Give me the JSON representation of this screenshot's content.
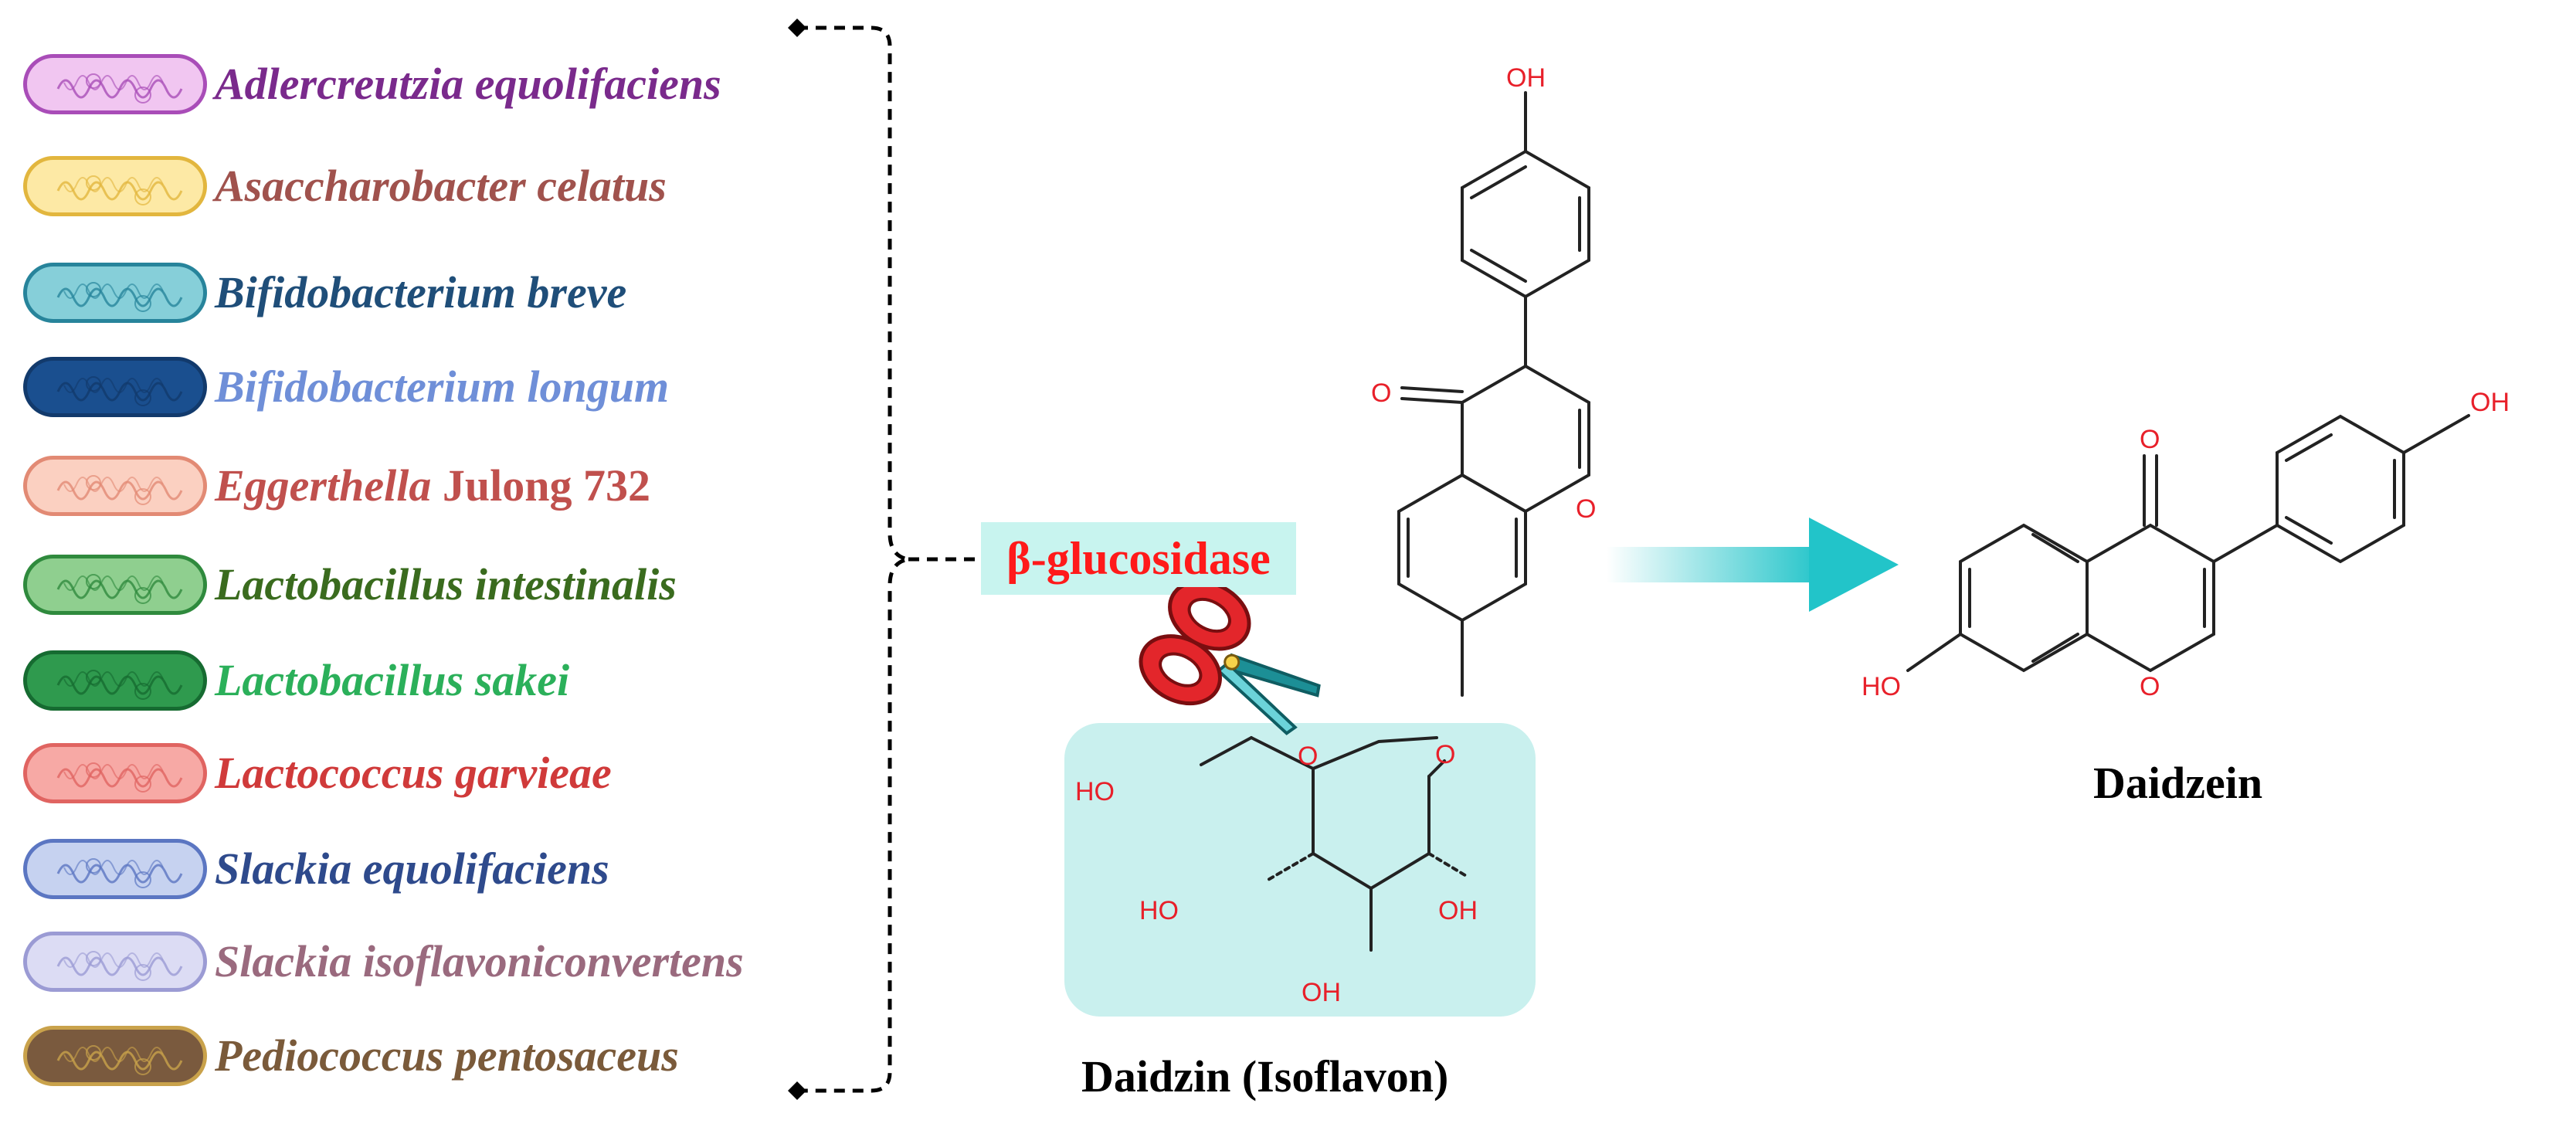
{
  "bacteria": [
    {
      "name": "Adlercreutzia equolifaciens",
      "suffix": "",
      "text_color": "#7a2a8c",
      "fill": "#f1c6f1",
      "border": "#a94db8"
    },
    {
      "name": "Asaccharobacter celatus",
      "suffix": "",
      "text_color": "#a0524d",
      "fill": "#fde9a5",
      "border": "#e2b63e"
    },
    {
      "name": "Bifidobacterium breve",
      "suffix": "",
      "text_color": "#1f4e79",
      "fill": "#86cfd9",
      "border": "#27849b"
    },
    {
      "name": "Bifidobacterium longum",
      "suffix": "",
      "text_color": "#6f8fd8",
      "fill": "#1a4f8f",
      "border": "#123a6c"
    },
    {
      "name": "Eggerthella",
      "suffix": "Julong 732",
      "text_color": "#c0504d",
      "fill": "#fbd0c1",
      "border": "#e28a74"
    },
    {
      "name": "Lactobacillus intestinalis",
      "suffix": "",
      "text_color": "#3a6b1e",
      "fill": "#8fcf8f",
      "border": "#2f8a3d"
    },
    {
      "name": "Lactobacillus sakei",
      "suffix": "",
      "text_color": "#2bb05a",
      "fill": "#2f9a4e",
      "border": "#166b31"
    },
    {
      "name": "Lactococcus garvieae",
      "suffix": "",
      "text_color": "#d03a3a",
      "fill": "#f7a9a5",
      "border": "#e06461"
    },
    {
      "name": "Slackia equolifaciens",
      "suffix": "",
      "text_color": "#2e4a8c",
      "fill": "#c6d2f0",
      "border": "#5b76c2"
    },
    {
      "name": "Slackia isoflavoniconvertens",
      "suffix": "",
      "text_color": "#9a6a7e",
      "fill": "#dcdcf4",
      "border": "#9b9bd4"
    },
    {
      "name": "Pediococcus pentosaceus",
      "suffix": "",
      "text_color": "#7a5a3a",
      "fill": "#7a5a3e",
      "border": "#c9a24b"
    }
  ],
  "enzyme": {
    "label": "β-glucosidase",
    "text_color": "#ff1a1a",
    "background": "#c8f4ef"
  },
  "daidzin": {
    "caption": "Daidzin (Isoflavon)",
    "atoms": {
      "oh_top": "OH",
      "carbonyl_o": "O",
      "ring_o": "O",
      "glycosidic_o": "O",
      "sugar_ring_o": "O",
      "ho_ch2": "HO",
      "ho_left": "HO",
      "oh_right": "OH",
      "oh_bottom": "OH"
    },
    "sugar_highlight": "#c9f0ee"
  },
  "daidzein": {
    "caption": "Daidzein",
    "atoms": {
      "oh_right": "OH",
      "carbonyl_o": "O",
      "ring_o": "O",
      "ho_left": "HO"
    }
  },
  "colors": {
    "heteroatom": "#e8202a",
    "bond": "#222222",
    "arrow": "#22c4c9",
    "bracket": "#000000"
  },
  "icons": {
    "enzyme_tool": "scissors-icon"
  }
}
